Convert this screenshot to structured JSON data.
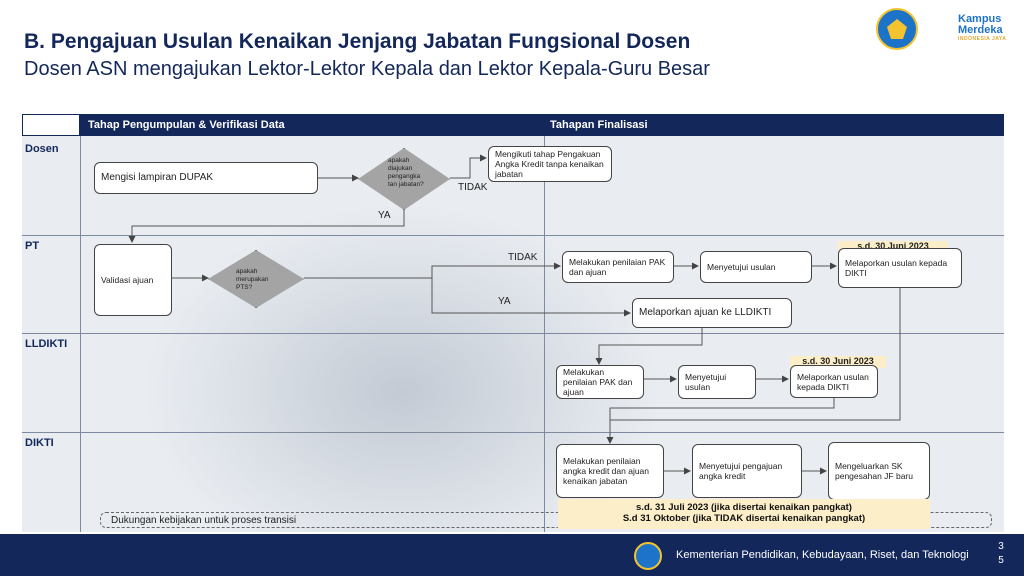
{
  "header": {
    "title": "B. Pengajuan Usulan Kenaikan Jenjang Jabatan Fungsional Dosen",
    "subtitle": "Dosen ASN mengajukan Lektor-Lektor Kepala dan Lektor Kepala-Guru Besar"
  },
  "logos": {
    "kampus_merdeka_line1": "Kampus",
    "kampus_merdeka_line2": "Merdeka",
    "kampus_merdeka_line3": "INDONESIA JAYA"
  },
  "columns": {
    "col1": "Tahap Pengumpulan & Verifikasi Data",
    "col2": "Tahapan Finalisasi"
  },
  "lanes": {
    "dosen": "Dosen",
    "pt": "PT",
    "lldikti": "LLDIKTI",
    "dikti": "DIKTI"
  },
  "dosen": {
    "lampiran": "Mengisi lampiran DUPAK",
    "decision": "apakah diajukan pengangka tan jabatan?",
    "pengakuan": "Mengikuti tahap Pengakuan Angka Kredit tanpa kenaikan jabatan",
    "tidak": "TIDAK",
    "ya": "YA"
  },
  "pt": {
    "validasi": "Validasi ajuan",
    "decision": "apakah merupakan PTS?",
    "tidak": "TIDAK",
    "ya": "YA",
    "penilaian": "Melakukan penilaian PAK dan ajuan",
    "menyetujui": "Menyetujui usulan",
    "melaporkan": "Melaporkan usulan kepada DIKTI",
    "date": "s.d. 30 Juni 2023",
    "lapor_lldikti": "Melaporkan ajuan ke LLDIKTI"
  },
  "lldikti": {
    "penilaian": "Melakukan penilaian PAK dan ajuan",
    "menyetujui": "Menyetujui usulan",
    "melaporkan": "Melaporkan usulan kepada DIKTI",
    "date": "s.d. 30 Juni 2023"
  },
  "dikti": {
    "penilaian": "Melakukan penilaian angka kredit dan ajuan kenaikan jabatan",
    "menyetujui": "Menyetujui pengajuan angka kredit",
    "sk": "Mengeluarkan SK pengesahan JF baru",
    "deadline1": "s.d. 31 Juli 2023 (jika disertai kenaikan pangkat)",
    "deadline2": "S.d 31 Oktober (jika TIDAK disertai kenaikan pangkat)",
    "transisi": "Dukungan kebijakan untuk proses transisi"
  },
  "footer": {
    "text": "Kementerian Pendidikan, Kebudayaan, Riset, dan Teknologi",
    "page_digit1": "3",
    "page_digit2": "5"
  }
}
